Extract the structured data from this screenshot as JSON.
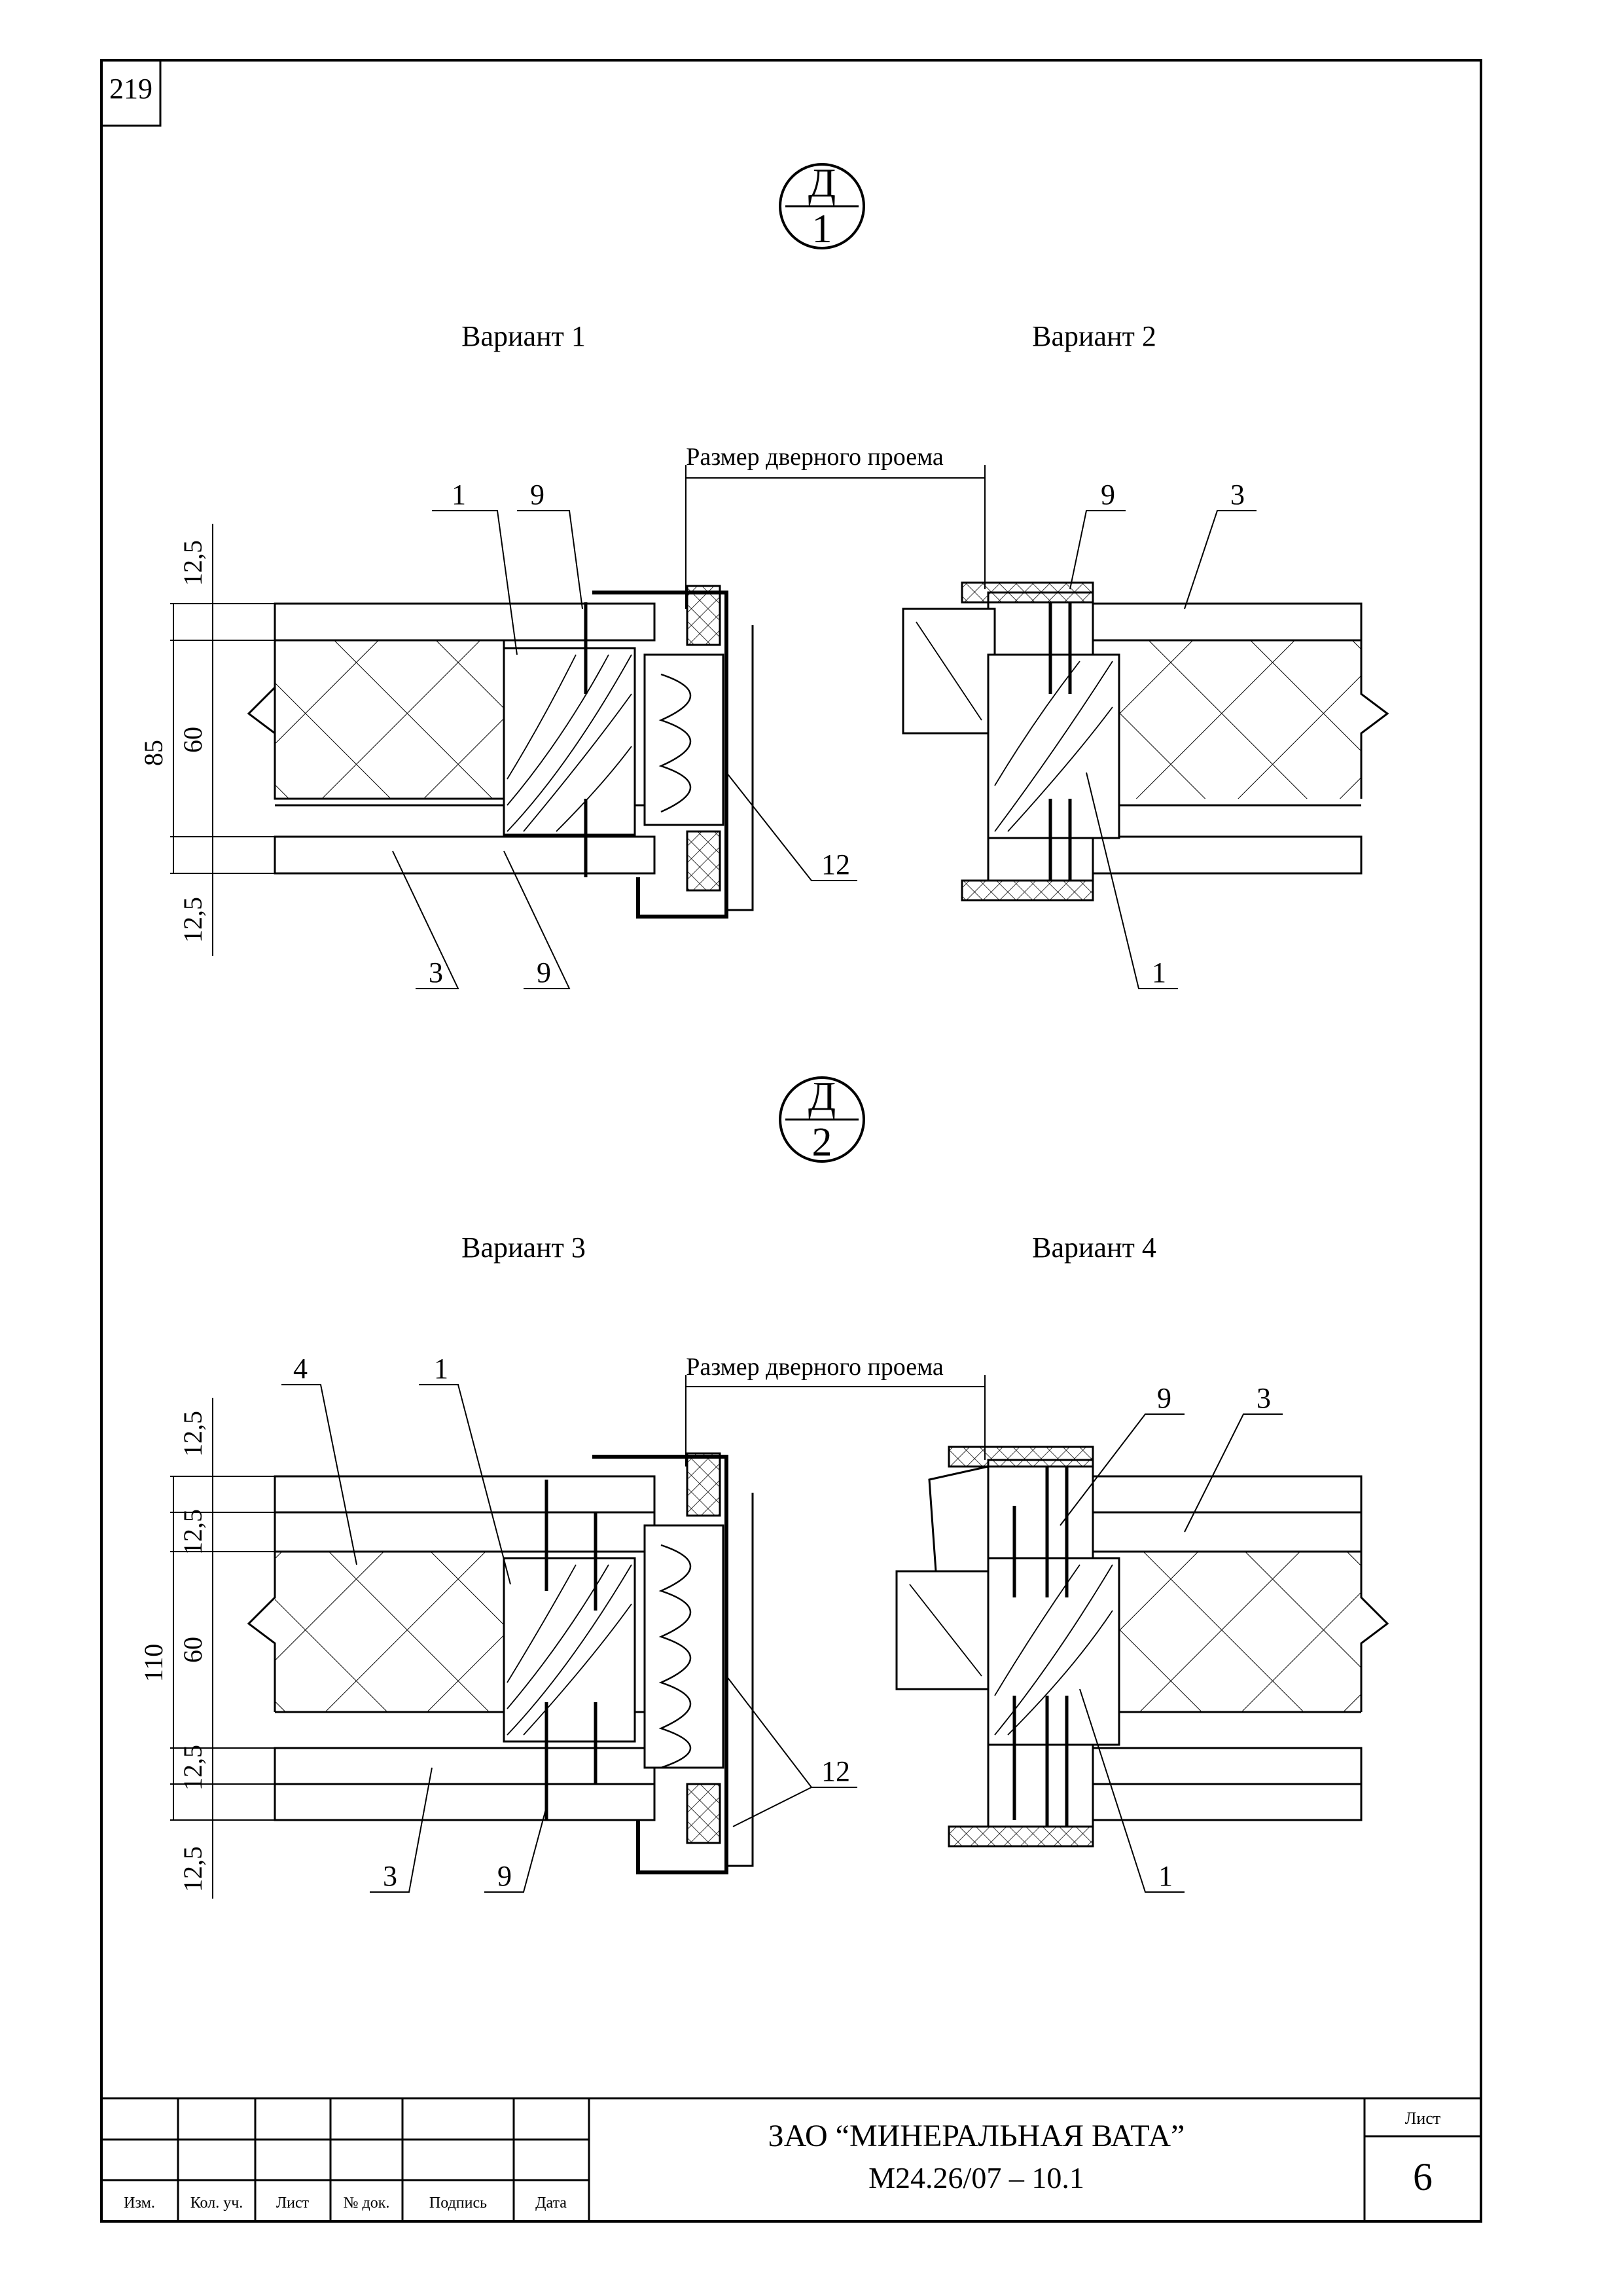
{
  "sheet_number": "219",
  "callouts": [
    {
      "letter": "Д",
      "number": "1"
    },
    {
      "letter": "Д",
      "number": "2"
    }
  ],
  "variants": [
    "Вариант 1",
    "Вариант 2",
    "Вариант 3",
    "Вариант 4"
  ],
  "opening_label": "Размер дверного проема",
  "dimensions_top": {
    "total": "85",
    "core": "60",
    "board_top": "12,5",
    "board_bottom": "12,5"
  },
  "dimensions_bottom": {
    "total": "110",
    "core": "60",
    "b1": "12,5",
    "b2": "12,5",
    "b3": "12,5",
    "b4": "12,5"
  },
  "leaders": {
    "v1": [
      "1",
      "9",
      "12",
      "3",
      "9"
    ],
    "v2": [
      "9",
      "3",
      "1"
    ],
    "v3": [
      "4",
      "1",
      "12",
      "3",
      "9"
    ],
    "v4": [
      "9",
      "3",
      "1"
    ]
  },
  "title_block": {
    "headers": [
      "Изм.",
      "Кол. уч.",
      "Лист",
      "№ док.",
      "Подпись",
      "Дата"
    ],
    "company": "ЗАО “МИНЕРАЛЬНАЯ ВАТА”",
    "code": "М24.26/07 – 10.1",
    "sheet_label": "Лист",
    "sheet_value": "6"
  }
}
